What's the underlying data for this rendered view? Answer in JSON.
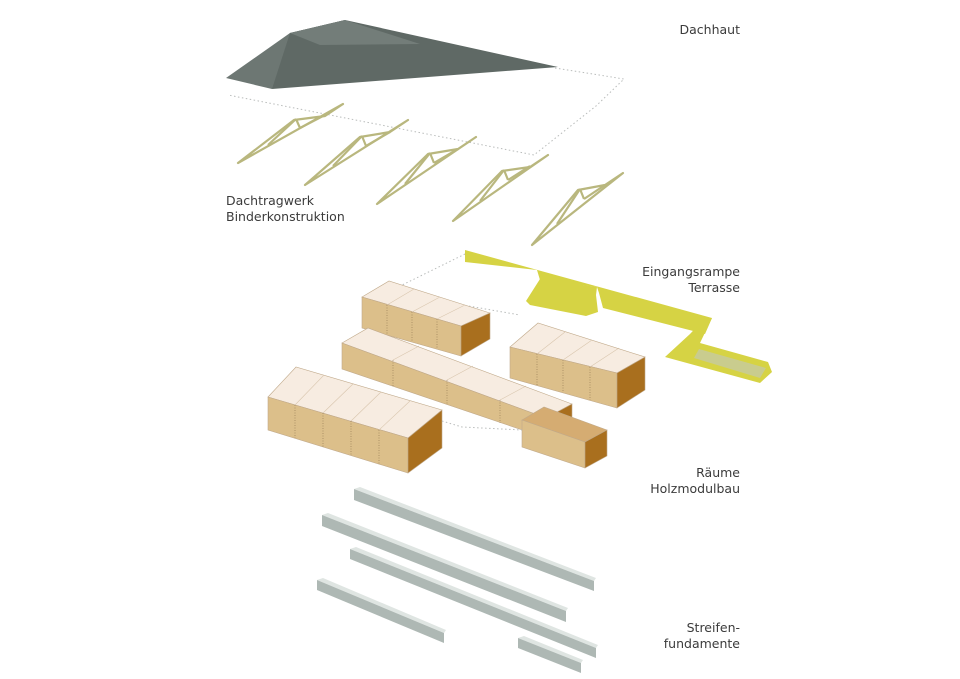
{
  "layers": [
    {
      "key": "roof-skin",
      "lines": [
        "Dachhaut"
      ]
    },
    {
      "key": "roof-truss",
      "lines": [
        "Dachtragwerk",
        "Binderkonstruktion"
      ]
    },
    {
      "key": "ramp",
      "lines": [
        "Eingangsrampe",
        "Terrasse"
      ]
    },
    {
      "key": "rooms",
      "lines": [
        "Räume",
        "Holzmodulbau"
      ]
    },
    {
      "key": "foundation",
      "lines": [
        "Streifen-",
        "fundamente"
      ]
    }
  ],
  "colors": {
    "roof": "#6d7773",
    "roof_dark": "#5b6561",
    "truss": "#b9b77e",
    "ramp": "#d6d344",
    "ramp_inner": "#c9cc8e",
    "module_top": "#f7ece1",
    "module_left": "#dcbf8a",
    "module_right": "#a96f1e",
    "module_top_dark": "#d5ac72",
    "foundation_top": "#dfe5e2",
    "foundation_side": "#aeb8b4",
    "text": "#3b3b3b"
  }
}
